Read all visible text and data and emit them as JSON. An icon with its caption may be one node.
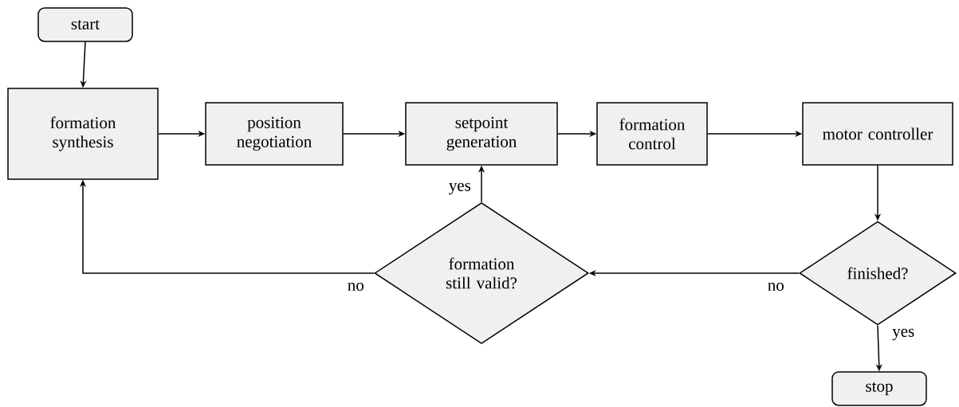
{
  "diagram": {
    "nodes": [
      {
        "text": [
          "start"
        ]
      },
      {
        "text": [
          "formation synthesis"
        ]
      },
      {
        "text": [
          "position negotiation"
        ]
      },
      {
        "text": [
          "setpoint generation"
        ]
      },
      {
        "text": [
          "formation control"
        ]
      },
      {
        "text": [
          "motor controller"
        ]
      },
      {
        "text": [
          "formation still valid?"
        ]
      },
      {
        "text": [
          "finished?"
        ]
      },
      {
        "text": [
          "stop"
        ]
      }
    ],
    "edges": [
      {
        "from": 0,
        "to": 1,
        "arrow": "to"
      },
      {
        "from": 1,
        "to": 2,
        "arrow": "to"
      },
      {
        "from": 2,
        "to": 3,
        "arrow": "to"
      },
      {
        "from": 3,
        "to": 4,
        "arrow": "to"
      },
      {
        "from": 4,
        "to": 5,
        "arrow": "to"
      },
      {
        "from": 5,
        "to": 7,
        "arrow": "to"
      },
      {
        "from": 7,
        "to": 8,
        "arrow": "to",
        "label": "yes"
      },
      {
        "from": 7,
        "to": 6,
        "arrow": "to",
        "label": "no"
      },
      {
        "from": 6,
        "to": 3,
        "arrow": "to",
        "label": "yes"
      },
      {
        "from": 6,
        "to": 1,
        "arrow": "to",
        "label": "no"
      }
    ]
  }
}
